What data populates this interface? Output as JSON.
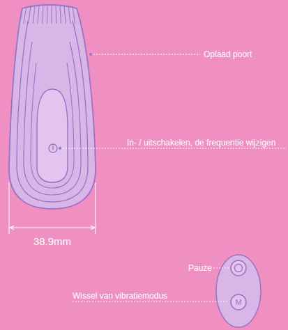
{
  "diagram": {
    "labels": [
      "Oplaad poort",
      "In- / uitschakelen, de frequentie wijzigen",
      "38.9mm",
      "Pauze",
      "Wissel van vibratiemodus",
      "M"
    ]
  }
}
